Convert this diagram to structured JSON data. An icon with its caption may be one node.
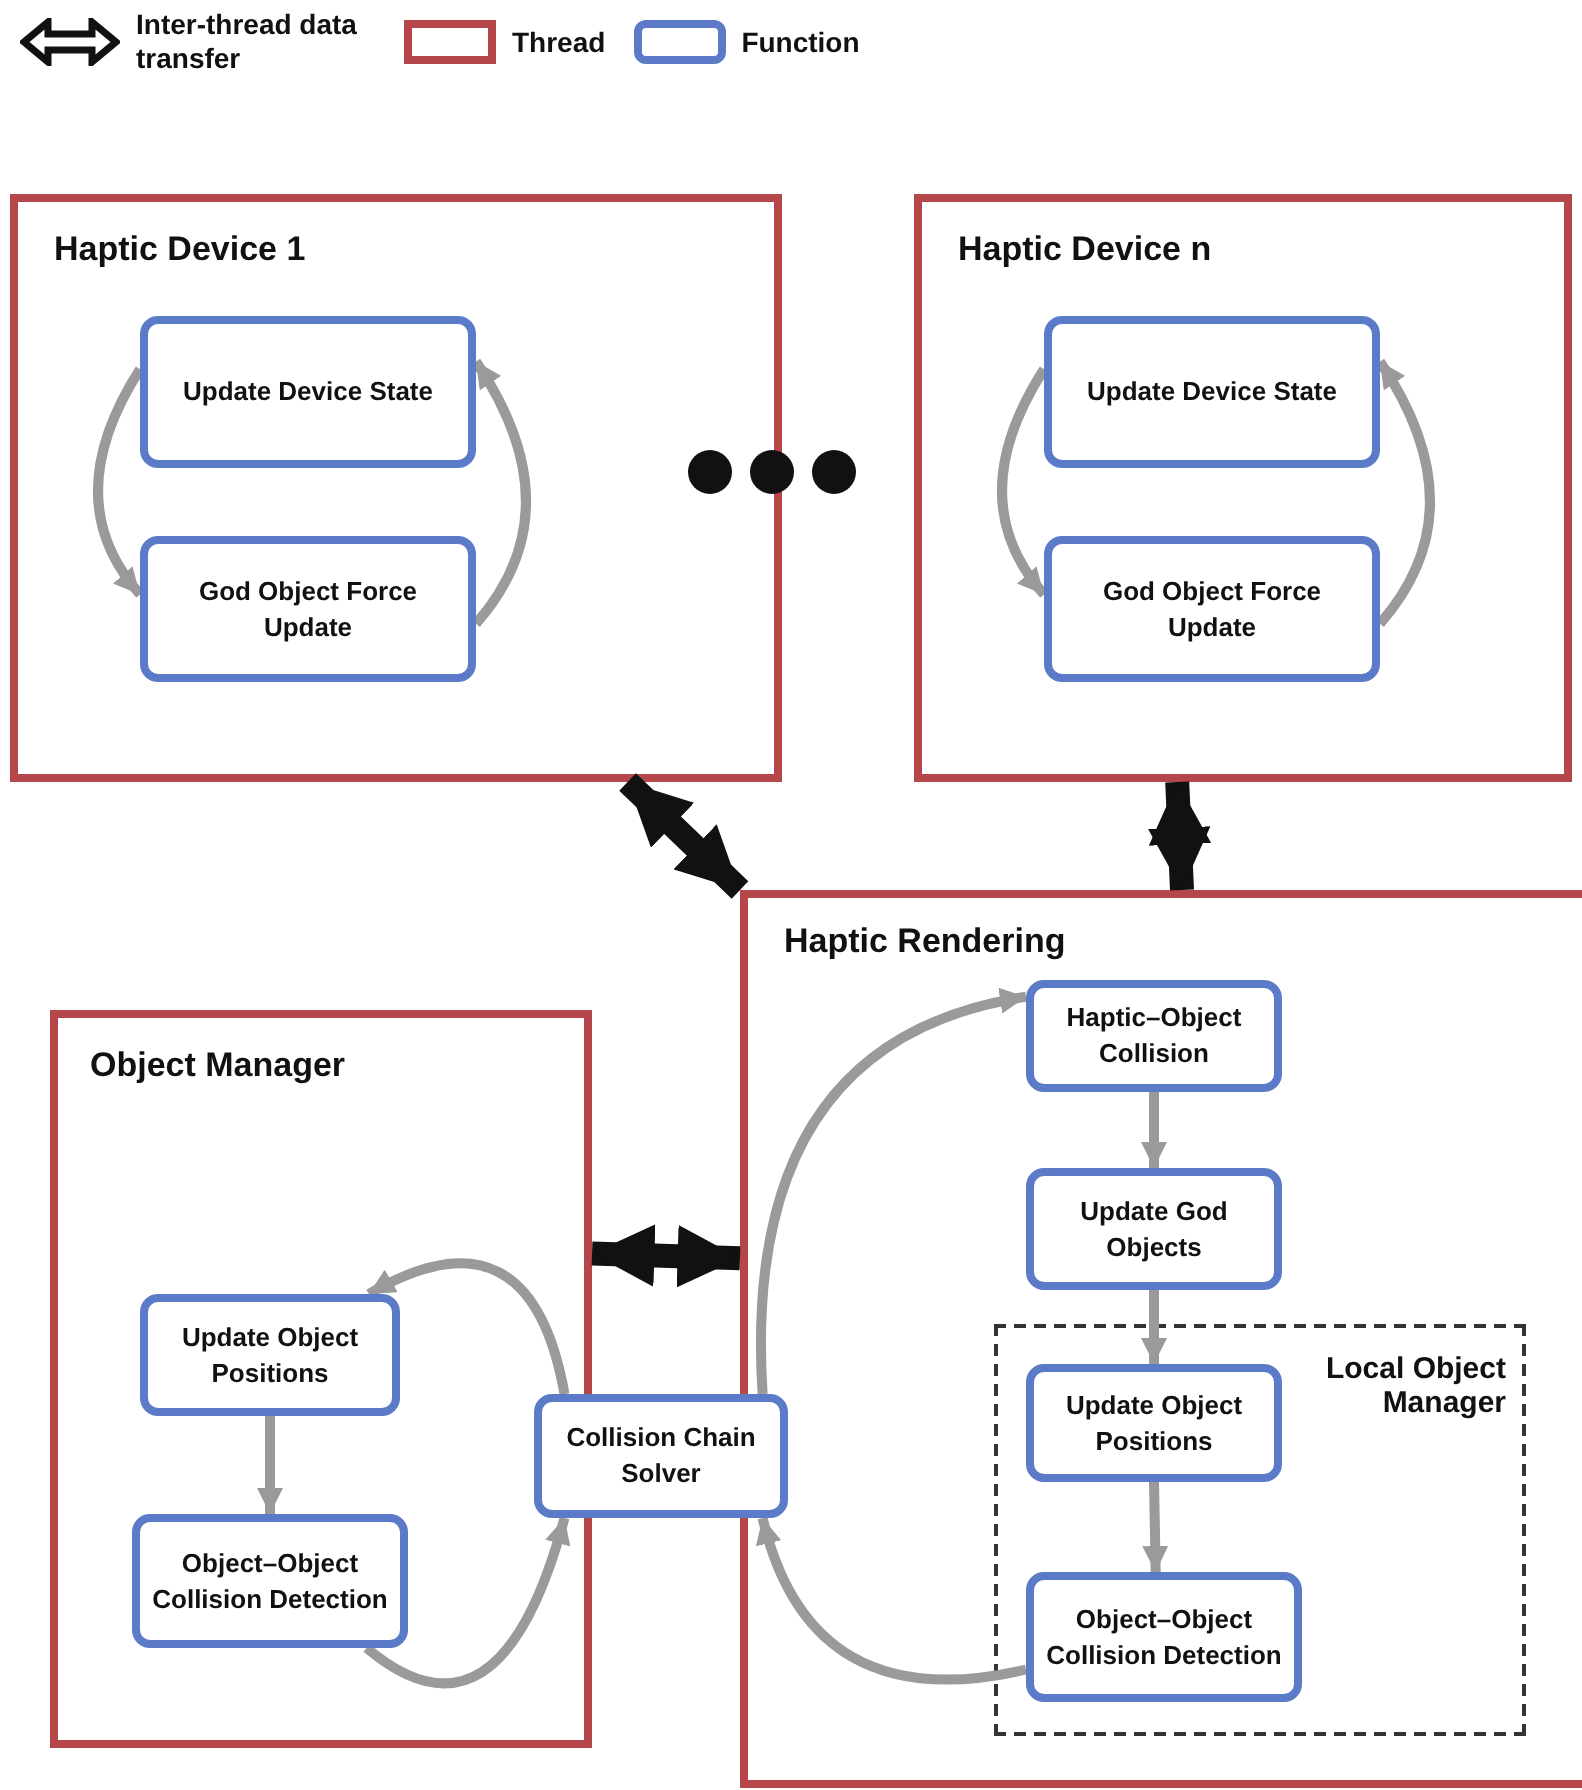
{
  "diagram": {
    "nodes": [
      {
        "text": [
          "Haptic Device 1"
        ]
      },
      {
        "text": [
          "Update Device State"
        ],
        "in": 0
      },
      {
        "text": [
          "God Object Force Update"
        ],
        "in": 0
      },
      {
        "text": [
          "Haptic Device n"
        ]
      },
      {
        "text": [
          "Update Device State"
        ],
        "in": 3
      },
      {
        "text": [
          "God Object Force Update"
        ],
        "in": 3
      },
      {
        "text": [
          "Haptic Rendering"
        ]
      },
      {
        "text": [
          "Haptic–Object Collision"
        ],
        "in": 6
      },
      {
        "text": [
          "Update God Objects"
        ],
        "in": 6
      },
      {
        "text": [
          "Local Object Manager"
        ],
        "in": 6
      },
      {
        "text": [
          "Update Object Positions"
        ],
        "in": 9
      },
      {
        "text": [
          "Object–Object Collision Detection"
        ],
        "in": 9
      },
      {
        "text": [
          "Object Manager"
        ]
      },
      {
        "text": [
          "Update Object Positions"
        ],
        "in": 12
      },
      {
        "text": [
          "Object–Object Collision Detection"
        ],
        "in": 12
      },
      {
        "text": [
          "Collision Chain Solver"
        ]
      }
    ],
    "edges": [
      {
        "from": 1,
        "to": 2,
        "arrow": "to"
      },
      {
        "from": 2,
        "to": 1,
        "arrow": "to"
      },
      {
        "from": 4,
        "to": 5,
        "arrow": "to"
      },
      {
        "from": 5,
        "to": 4,
        "arrow": "to"
      },
      {
        "from": 0,
        "to": 6,
        "arrow": "both",
        "style": "thick",
        "color": "#111111"
      },
      {
        "from": 3,
        "to": 6,
        "arrow": "both",
        "style": "thick",
        "color": "#111111"
      },
      {
        "from": 12,
        "to": 6,
        "arrow": "both",
        "style": "thick",
        "color": "#111111"
      },
      {
        "from": 7,
        "to": 8,
        "arrow": "to"
      },
      {
        "from": 8,
        "to": 10,
        "arrow": "to"
      },
      {
        "from": 10,
        "to": 11,
        "arrow": "to"
      },
      {
        "from": 13,
        "to": 14,
        "arrow": "to"
      },
      {
        "from": 14,
        "to": 15,
        "arrow": "to"
      },
      {
        "from": 15,
        "to": 13,
        "arrow": "to"
      },
      {
        "from": 11,
        "to": 15,
        "arrow": "to"
      },
      {
        "from": 15,
        "to": 7,
        "arrow": "to"
      }
    ],
    "legend": [
      {
        "text": "Inter-thread data transfer"
      },
      {
        "text": "Thread",
        "color": "#b5474b"
      },
      {
        "text": "Function",
        "color": "#5b7bc8"
      }
    ]
  }
}
